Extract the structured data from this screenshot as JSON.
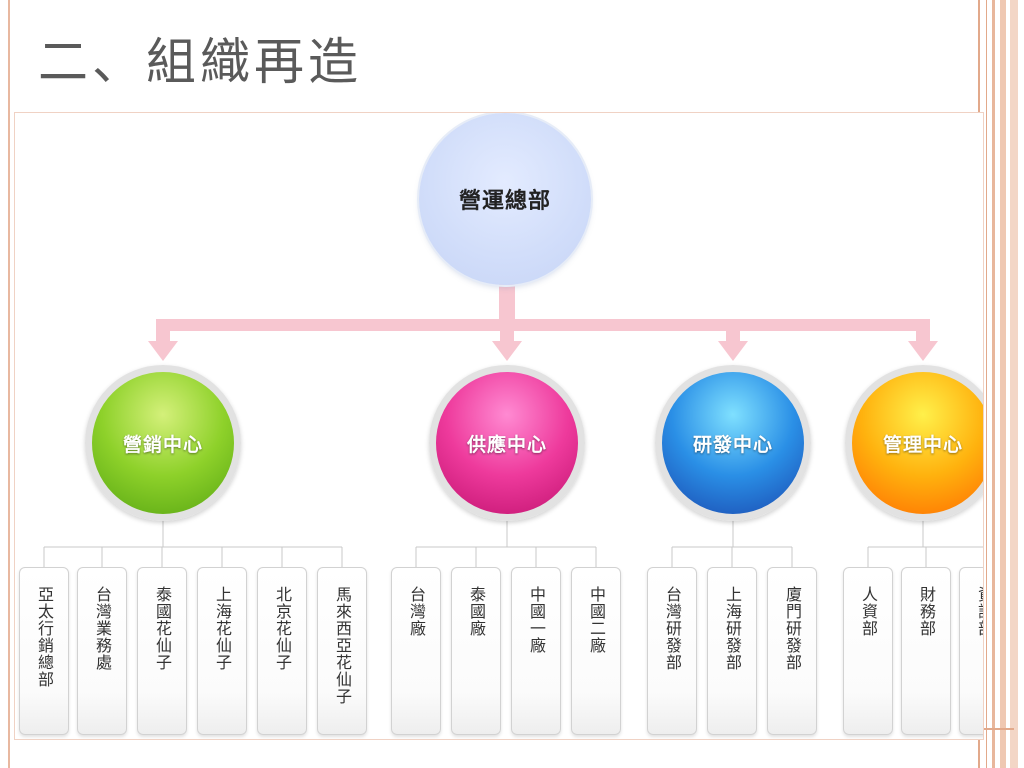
{
  "slide": {
    "title": "二、組織再造"
  },
  "org_chart": {
    "root": "營運總部",
    "centers": [
      {
        "label": "營銷中心",
        "color": "#7fc423",
        "units": [
          "亞太行銷總部",
          "台灣業務處",
          "泰國花仙子",
          "上海花仙子",
          "北京花仙子",
          "馬來西亞花仙子"
        ]
      },
      {
        "label": "供應中心",
        "color": "#e8339a",
        "units": [
          "台灣廠",
          "泰國廠",
          "中國一廠",
          "中國二廠"
        ]
      },
      {
        "label": "研發中心",
        "color": "#2a7fe0",
        "units": [
          "台灣研發部",
          "上海研發部",
          "廈門研發部"
        ]
      },
      {
        "label": "管理中心",
        "color": "#ff9a00",
        "units": [
          "人資部",
          "財務部",
          "資訊部"
        ]
      }
    ],
    "connector_color": "#f7c6d0",
    "line_color": "#c8c8c8"
  }
}
